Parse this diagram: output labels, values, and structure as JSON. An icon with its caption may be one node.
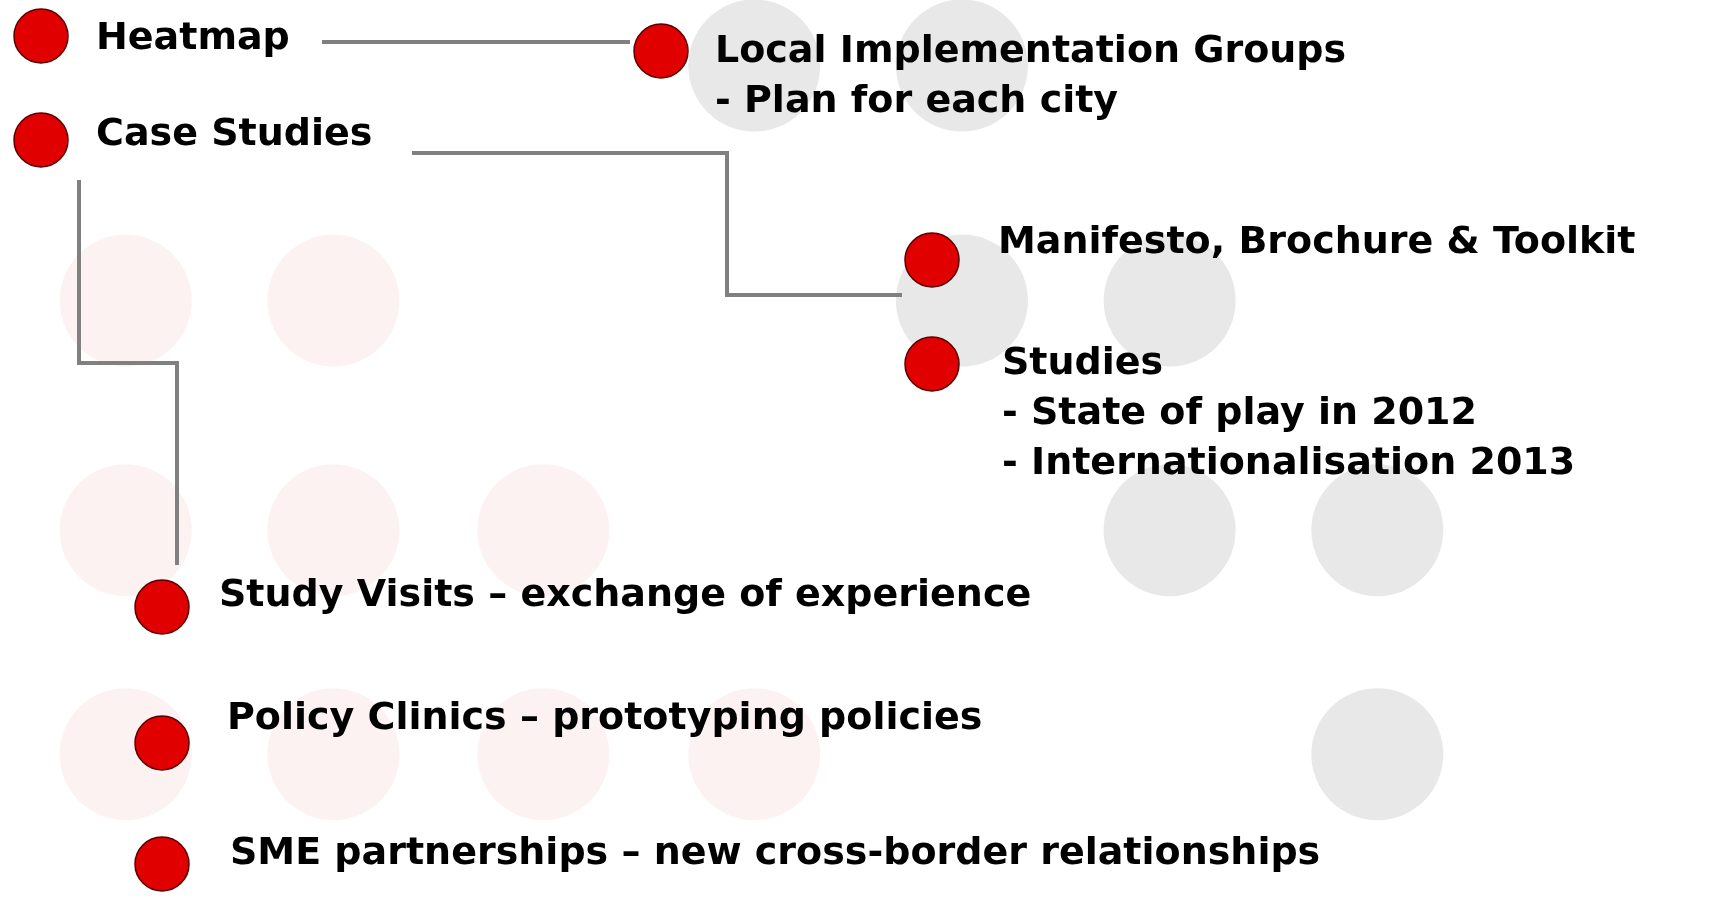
{
  "diagram": {
    "nodes": [
      {
        "text": [
          "Heatmap"
        ]
      },
      {
        "text": [
          "Case Studies"
        ]
      },
      {
        "text": [
          "Local Implementation Groups",
          "- Plan for each city"
        ]
      },
      {
        "text": [
          "Manifesto, Brochure & Toolkit"
        ]
      },
      {
        "text": [
          "Studies",
          "- State of play in 2012",
          "- Internationalisation 2013"
        ]
      },
      {
        "text": [
          "Study Visits – exchange of experience"
        ]
      },
      {
        "text": [
          "Policy Clinics – prototyping policies"
        ]
      },
      {
        "text": [
          "SME partnerships – new cross-border relationships"
        ]
      }
    ],
    "edges": [
      {
        "from": 0,
        "to": 2,
        "arrow": "none"
      },
      {
        "from": 1,
        "to": 3,
        "arrow": "none"
      },
      {
        "from": 1,
        "to": 5,
        "arrow": "none"
      }
    ]
  }
}
